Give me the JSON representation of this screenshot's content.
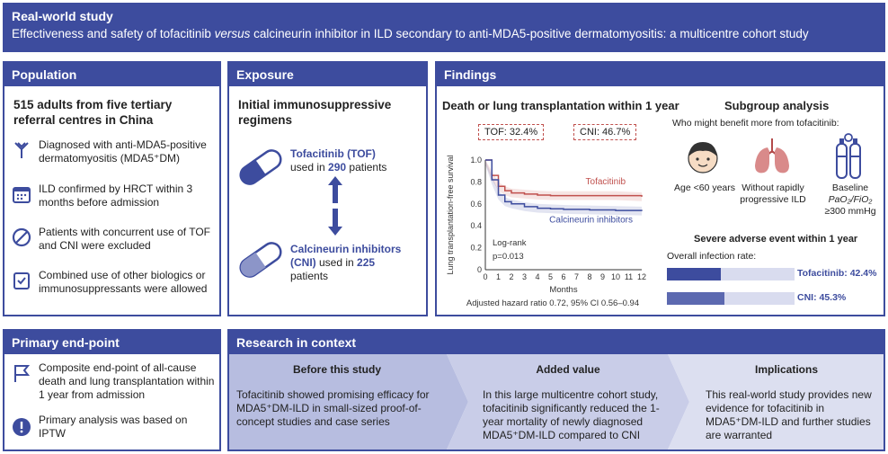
{
  "header": {
    "kicker": "Real-world study",
    "title_a": "Effectiveness and safety of tofacitinib ",
    "title_versus": "versus",
    "title_b": " calcineurin inhibitor in ILD secondary to anti-MDA5-positive dermatomyositis: a multicentre cohort study"
  },
  "population": {
    "title": "Population",
    "headline": "515 adults from five tertiary referral centres in China",
    "items": [
      {
        "icon": "antibody-icon",
        "text": "Diagnosed with anti-MDA5-positive dermatomyositis (MDA5⁺DM)"
      },
      {
        "icon": "calendar-icon",
        "text": "ILD confirmed by HRCT within 3 months before admission"
      },
      {
        "icon": "prohibited-icon",
        "text": "Patients with concurrent use of TOF and CNI were excluded"
      },
      {
        "icon": "clipboard-check-icon",
        "text": "Combined use of other biologics or immunosuppressants were allowed"
      }
    ]
  },
  "exposure": {
    "title": "Exposure",
    "headline": "Initial immunosuppressive regimens",
    "tof_name": "Tofacitinib (TOF)",
    "tof_pre": "used in ",
    "tof_n": "290",
    "tof_post": " patients",
    "cni_name": "Calcineurin inhibitors",
    "cni_abbr": "(CNI)",
    "cni_pre": " used in ",
    "cni_n": "225",
    "cni_post": "patients"
  },
  "findings": {
    "title": "Findings",
    "km_title": "Death or lung transplantation within 1 year",
    "tof_box": "TOF: 32.4%",
    "cni_box": "CNI: 46.7%",
    "ylabel": "Lung transplantation-free survival",
    "xlabel": "Months",
    "yticks": [
      "1.0",
      "0.8",
      "0.6",
      "0.4",
      "0.2",
      "0"
    ],
    "xticks": [
      "0",
      "1",
      "2",
      "3",
      "4",
      "5",
      "6",
      "7",
      "8",
      "9",
      "10",
      "11",
      "12"
    ],
    "tof_label": "Tofacitinib",
    "cni_label": "Calcineurin inhibitors",
    "logrank": "Log-rank",
    "pval": "p=0.013",
    "hr": "Adjusted hazard ratio 0.72, 95% CI 0.56–0.94",
    "subgroup_title": "Subgroup analysis",
    "subgroup_q": "Who might benefit more from tofacitinib:",
    "subgroups": [
      "Age <60 years",
      "Without rapidly progressive ILD",
      "Baseline"
    ],
    "baseline_ratio": "PaO₂/FiO₂",
    "baseline_val": "≥300 mmHg",
    "ae_title": "Severe adverse event within 1 year",
    "ae_sub": "Overall infection rate:",
    "ae_tof": "Tofacitinib: 42.4%",
    "ae_cni": "CNI: 45.3%",
    "ae_tof_frac": 0.424,
    "ae_cni_frac": 0.453
  },
  "chart_data": {
    "type": "line",
    "title": "Death or lung transplantation within 1 year",
    "xlabel": "Months",
    "ylabel": "Lung transplantation-free survival",
    "xlim": [
      0,
      12
    ],
    "ylim": [
      0,
      1.0
    ],
    "series": [
      {
        "name": "Tofacitinib",
        "color": "#c0504d",
        "x": [
          0,
          0.5,
          1,
          1.5,
          2,
          3,
          4,
          5,
          6,
          8,
          10,
          12
        ],
        "y": [
          1.0,
          0.86,
          0.76,
          0.72,
          0.7,
          0.69,
          0.68,
          0.675,
          0.675,
          0.675,
          0.675,
          0.665
        ]
      },
      {
        "name": "Calcineurin inhibitors",
        "color": "#3d4c9e",
        "x": [
          0,
          0.5,
          1,
          1.5,
          2,
          3,
          4,
          5,
          6,
          8,
          10,
          12
        ],
        "y": [
          1.0,
          0.82,
          0.68,
          0.62,
          0.6,
          0.575,
          0.56,
          0.555,
          0.55,
          0.545,
          0.54,
          0.535
        ]
      }
    ]
  },
  "endpoint": {
    "title": "Primary end-point",
    "item1": "Composite end-point of all-cause death and lung transplantation within 1 year from admission",
    "item2": "Primary analysis was based on IPTW"
  },
  "context": {
    "title": "Research in context",
    "cols": [
      {
        "head": "Before this study",
        "body": "Tofacitinib showed promising efficacy for MDA5⁺DM-ILD in small-sized proof-of-concept studies and case series"
      },
      {
        "head": "Added value",
        "body": "In this large multicentre cohort study, tofacitinib significantly reduced the 1-year mortality of newly diagnosed MDA5⁺DM-ILD compared to CNI"
      },
      {
        "head": "Implications",
        "body": "This real-world study provides new evidence for tofacitinib in MDA5⁺DM-ILD and further studies are warranted"
      }
    ]
  },
  "colors": {
    "primary": "#3d4c9e",
    "tof": "#c0504d",
    "light": "#c9cde6"
  }
}
